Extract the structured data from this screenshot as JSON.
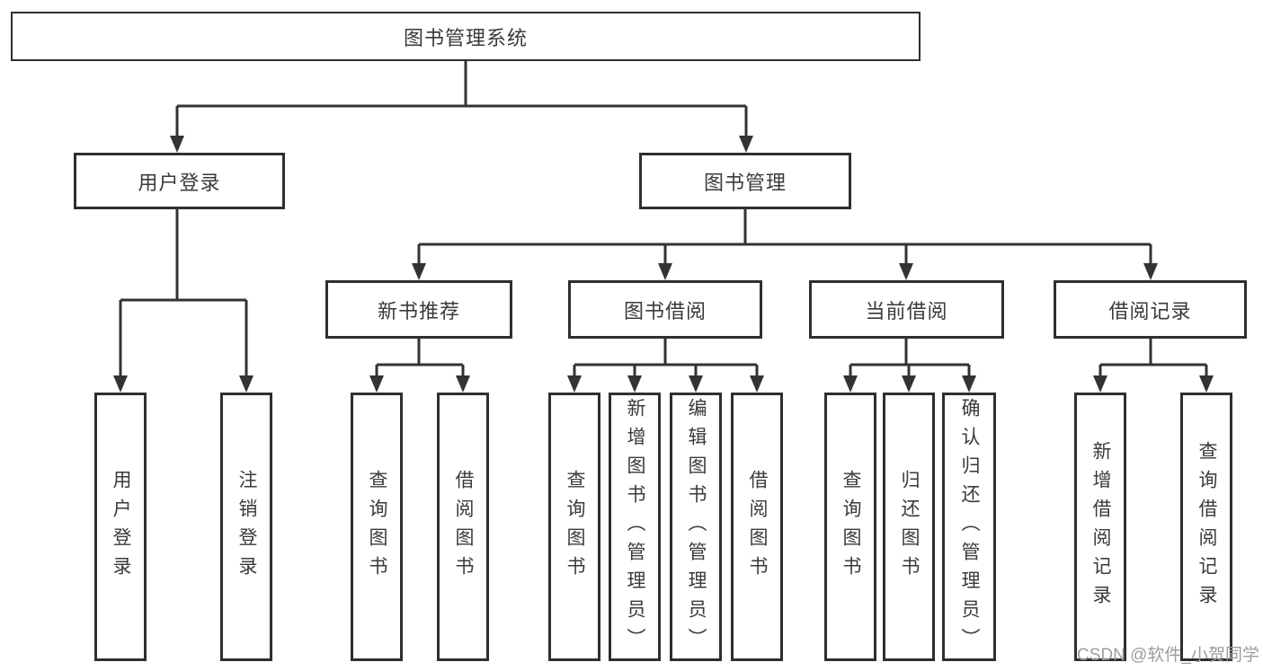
{
  "tree": {
    "root": "图书管理系统",
    "level1": [
      {
        "label": "用户登录",
        "children": [
          "用户登录",
          "注销登录"
        ]
      },
      {
        "label": "图书管理",
        "children": [
          {
            "label": "新书推荐",
            "children": [
              "查询图书",
              "借阅图书"
            ]
          },
          {
            "label": "图书借阅",
            "children": [
              "查询图书",
              "新增图书（管理员）",
              "编辑图书（管理员）",
              "借阅图书"
            ]
          },
          {
            "label": "当前借阅",
            "children": [
              "查询图书",
              "归还图书",
              "确认归还（管理员）"
            ]
          },
          {
            "label": "借阅记录",
            "children": [
              "新增借阅记录",
              "查询借阅记录"
            ]
          }
        ]
      }
    ]
  },
  "watermark": {
    "text": "CSDN @软件_小贺同学"
  },
  "colors": {
    "line": "#333333",
    "box_border": "#2f2f2f",
    "text": "#3a3a3a",
    "watermark": "#9c9c9c",
    "background": "#ffffff"
  }
}
